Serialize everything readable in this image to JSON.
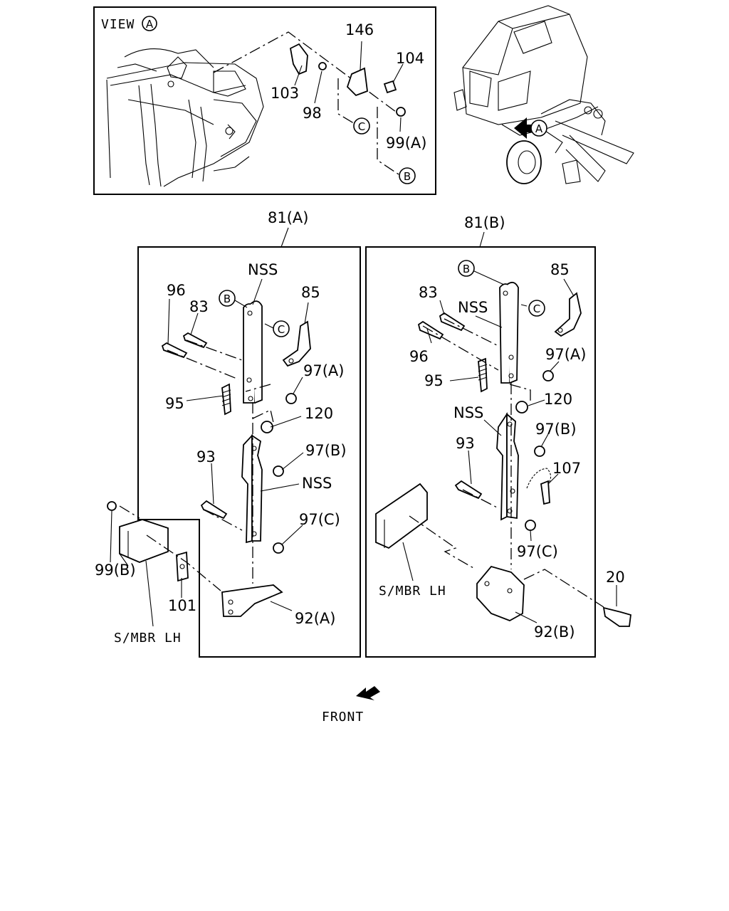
{
  "view_box": {
    "title": "VIEW",
    "ref": "A"
  },
  "view_labels": {
    "l146": "146",
    "l104": "104",
    "l103": "103",
    "l98": "98",
    "l99a": "99(A)",
    "refC": "C",
    "refB": "B"
  },
  "truck": {
    "ref": "A"
  },
  "assembly_a": {
    "title": "81(A)",
    "nss1": "NSS",
    "nss2": "NSS",
    "l96": "96",
    "l83": "83",
    "refB": "B",
    "refC": "C",
    "l85": "85",
    "l97a": "97(A)",
    "l95": "95",
    "l120": "120",
    "l93": "93",
    "l97b": "97(B)",
    "l97c": "97(C)",
    "l99b": "99(B)",
    "l101": "101",
    "l92a": "92(A)",
    "smbr": "S/MBR LH"
  },
  "assembly_b": {
    "title": "81(B)",
    "refB": "B",
    "l85": "85",
    "l83": "83",
    "nss1": "NSS",
    "refC": "C",
    "l96": "96",
    "l97a": "97(A)",
    "l95": "95",
    "l120": "120",
    "nss2": "NSS",
    "l97b": "97(B)",
    "l93": "93",
    "l107": "107",
    "l97c": "97(C)",
    "l92b": "92(B)",
    "smbr": "S/MBR LH",
    "l20": "20"
  },
  "front_label": "FRONT"
}
